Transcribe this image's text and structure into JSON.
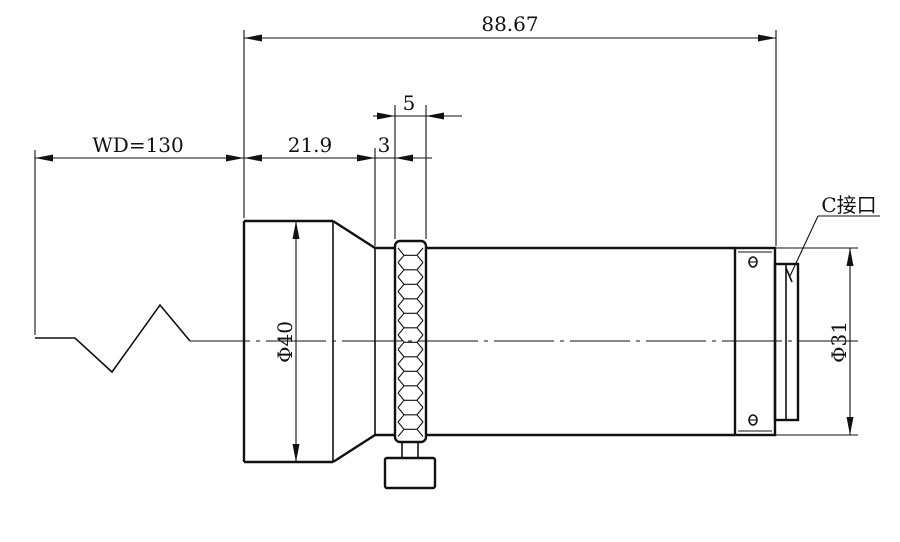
{
  "drawing": {
    "dimensions": {
      "overall_length": "88.67",
      "working_distance": "WD=130",
      "front_length": "21.9",
      "ring_gap": "3",
      "ring_width": "5",
      "front_diameter": "Φ40",
      "body_diameter": "Φ31"
    },
    "callouts": {
      "mount_label": "C接口"
    },
    "line_color": "#111111",
    "background": "#ffffff"
  }
}
